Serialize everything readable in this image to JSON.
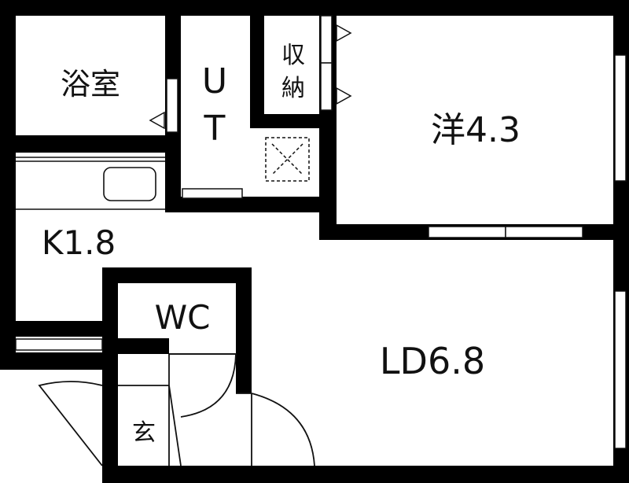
{
  "plan": {
    "colors": {
      "wall": "#000000",
      "background": "#ffffff",
      "line": "#111111"
    },
    "rooms": {
      "bath": "浴室",
      "ut_u": "U",
      "ut_t": "T",
      "storage_1": "収",
      "storage_2": "納",
      "western": "洋4.3",
      "kitchen": "K1.8",
      "wc": "WC",
      "ld": "LD6.8",
      "entrance": "玄"
    },
    "icons": {
      "washer_pan": "washer-pan-icon",
      "sink": "sink-icon",
      "door_swing": "door-swing-icon",
      "window": "window-icon",
      "door_marker": "triangle-door-marker-icon"
    }
  }
}
